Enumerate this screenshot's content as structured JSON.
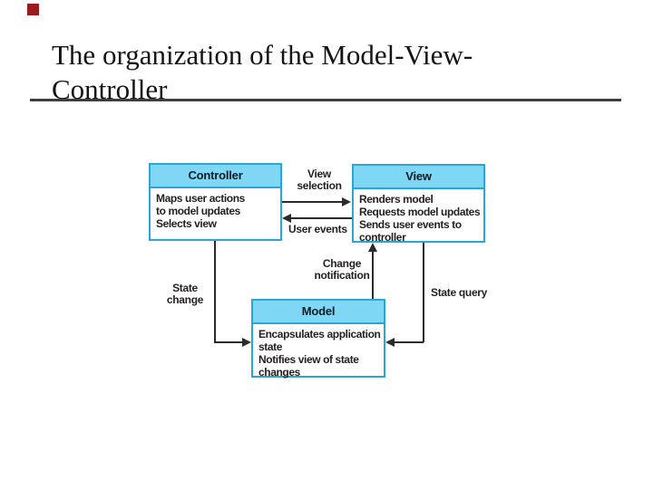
{
  "slide": {
    "title": "The organization of the Model-View-\nController"
  },
  "diagram": {
    "controller": {
      "title": "Controller",
      "body": "Maps user actions\nto model updates\nSelects view"
    },
    "view": {
      "title": "View",
      "body": "Renders model\nRequests model updates\nSends user events to\ncontroller"
    },
    "model": {
      "title": "Model",
      "body": "Encapsulates application\nstate\nNotifies view of state\nchanges"
    },
    "labels": {
      "view_selection": "View\nselection",
      "user_events": "User events",
      "change_notification": "Change\nnotification",
      "state_change": "State\nchange",
      "state_query": "State query"
    }
  },
  "colors": {
    "box_fill": "#7DD7F5",
    "box_border": "#2BA4D8",
    "connector": "#2B2B2B",
    "underline": "#3E3E3E",
    "accent_square": "#9B1B1F",
    "body_text": "#231F20"
  }
}
